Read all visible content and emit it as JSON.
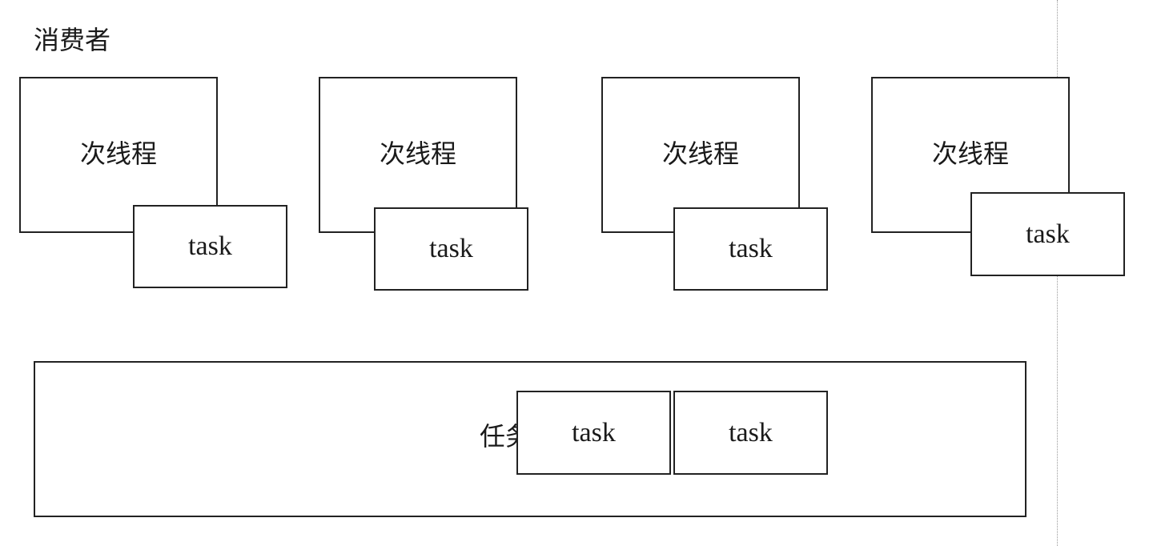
{
  "diagram": {
    "title": "消费者",
    "threads": [
      {
        "label": "次线程",
        "task": "task"
      },
      {
        "label": "次线程",
        "task": "task"
      },
      {
        "label": "次线程",
        "task": "task"
      },
      {
        "label": "次线程",
        "task": "task"
      }
    ],
    "queue": {
      "label": "任务队列",
      "tasks": [
        "task",
        "task"
      ]
    }
  }
}
